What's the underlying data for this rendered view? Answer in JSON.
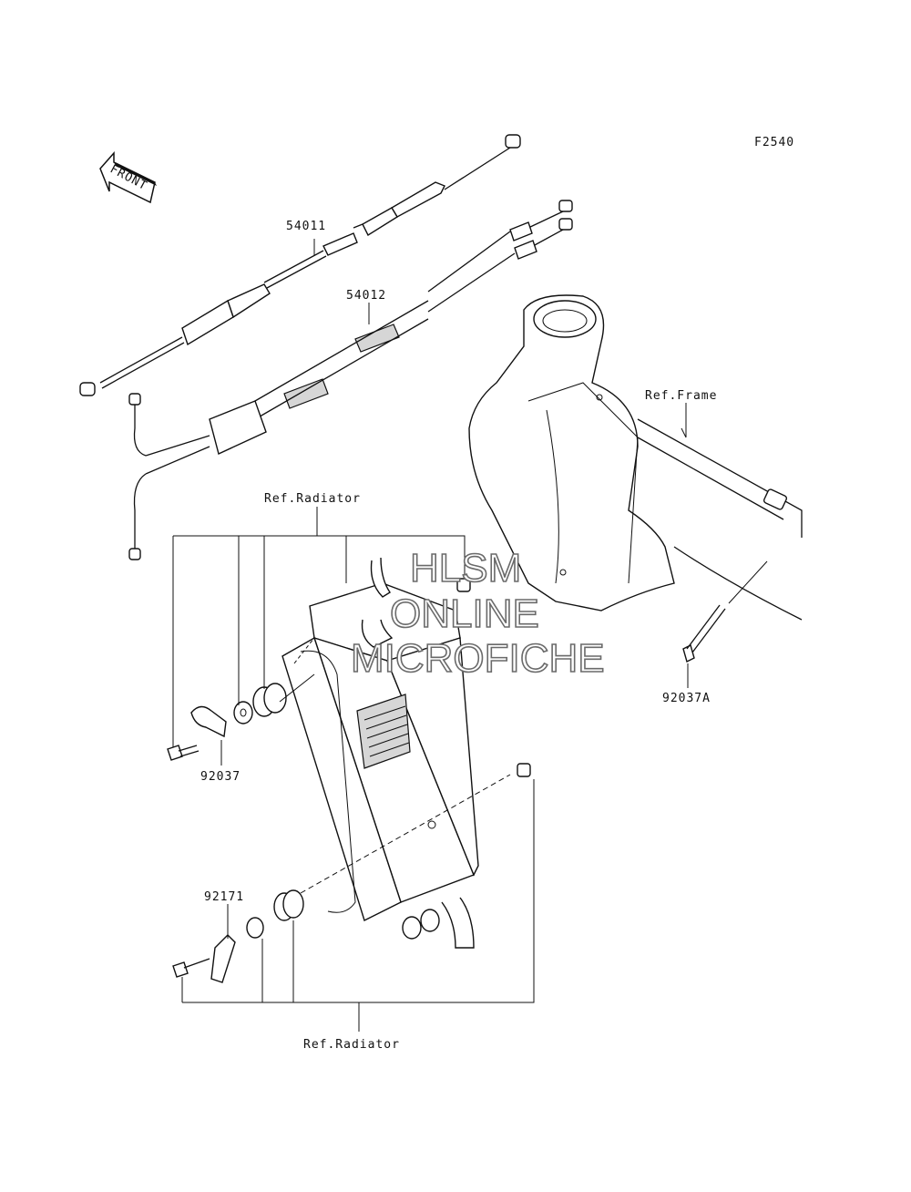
{
  "figure_code": "F2540",
  "front_arrow": {
    "text": "FRONT"
  },
  "part_labels": [
    {
      "id": "label-54011",
      "text": "54011"
    },
    {
      "id": "label-54012",
      "text": "54012"
    },
    {
      "id": "label-92037",
      "text": "92037"
    },
    {
      "id": "label-92037A",
      "text": "92037A"
    },
    {
      "id": "label-92171",
      "text": "92171"
    }
  ],
  "reference_labels": {
    "frame": "Ref.Frame",
    "radiator_top": "Ref.Radiator",
    "radiator_bottom": "Ref.Radiator"
  },
  "watermark": {
    "line1": "HLSM",
    "line2": "ONLINE",
    "line3": "MICROFICHE",
    "color": "#6a6a6a"
  },
  "colors": {
    "line": "#111111",
    "background": "#ffffff"
  }
}
